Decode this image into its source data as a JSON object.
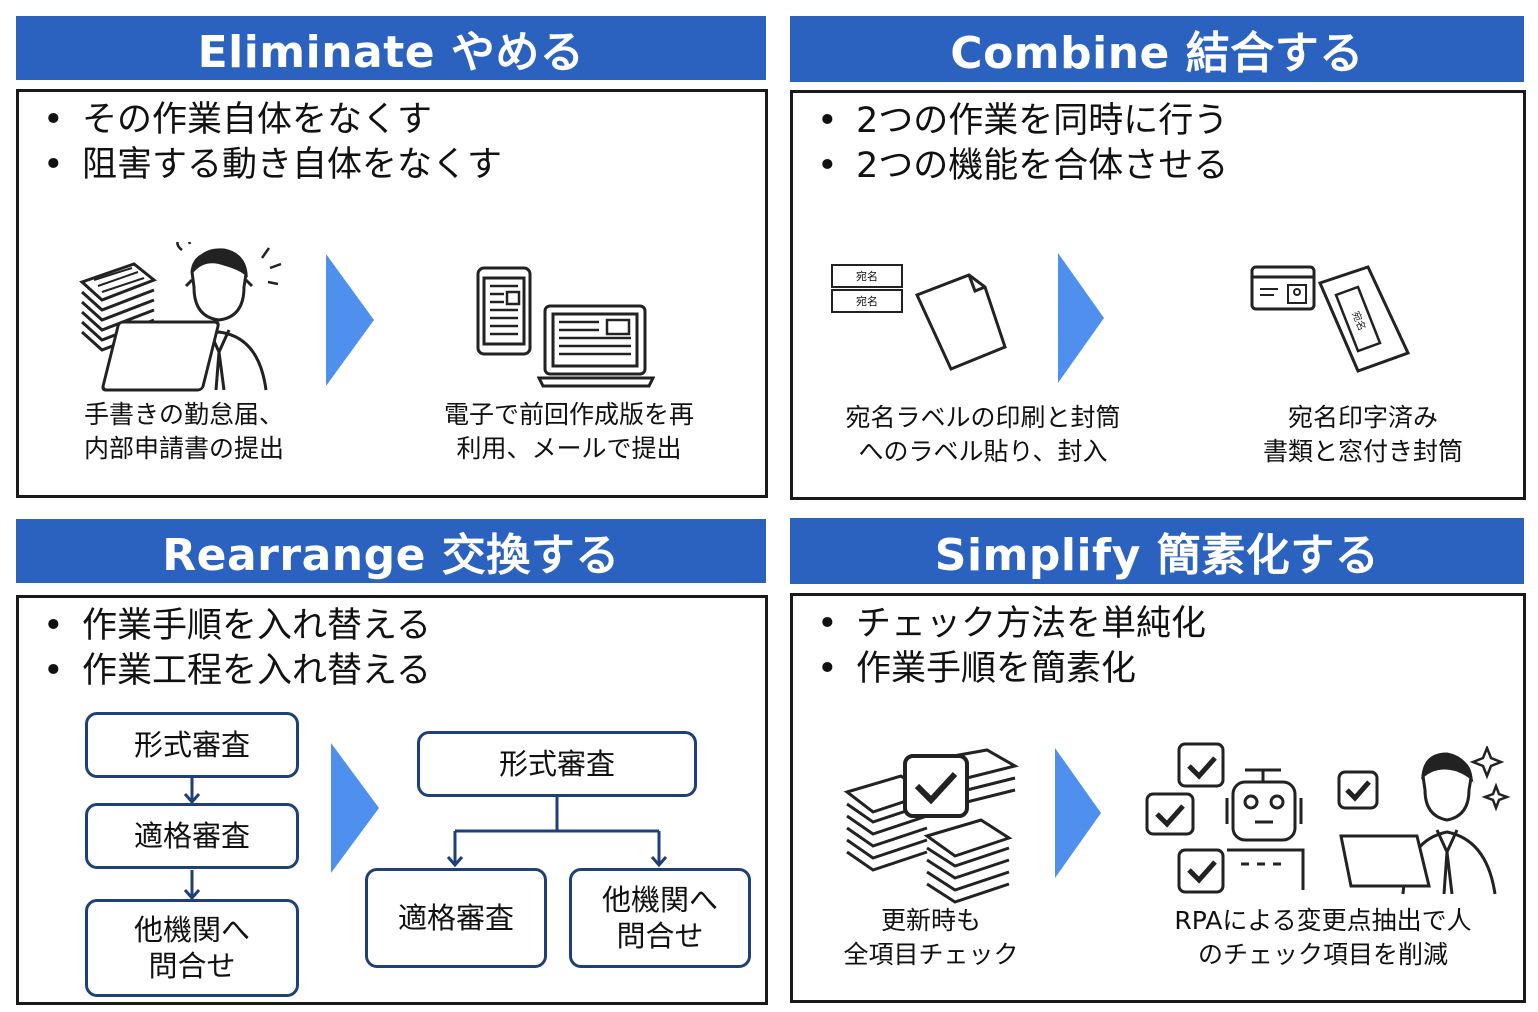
{
  "quadrants": {
    "eliminate": {
      "title": "Eliminate やめる",
      "bullets": [
        "その作業自体をなくす",
        "阻害する動き自体をなくす"
      ],
      "before_caption": "手書きの勤怠届、\n内部申請書の提出",
      "after_caption": "電子で前回作成版を再\n利用、メールで提出"
    },
    "combine": {
      "title": "Combine 結合する",
      "bullets": [
        "2つの作業を同時に行う",
        "2つの機能を合体させる"
      ],
      "label_text": "宛名",
      "before_caption": "宛名ラベルの印刷と封筒\nへのラベル貼り、封入",
      "after_caption": "宛名印字済み\n書類と窓付き封筒"
    },
    "rearrange": {
      "title": "Rearrange 交換する",
      "bullets": [
        "作業手順を入れ替える",
        "作業工程を入れ替える"
      ],
      "before_steps": [
        "形式審査",
        "適格審査",
        "他機関へ\n問合せ"
      ],
      "after_top": "形式審査",
      "after_branches": [
        "適格審査",
        "他機関へ\n問合せ"
      ]
    },
    "simplify": {
      "title": "Simplify 簡素化する",
      "bullets": [
        "チェック方法を単純化",
        "作業手順を簡素化"
      ],
      "before_caption": "更新時も\n全項目チェック",
      "after_caption": "RPAによる変更点抽出で人\nのチェック項目を削減"
    }
  },
  "colors": {
    "header": "#2b62c0",
    "arrow": "#4f90ef",
    "flow_border": "#1f3f7a"
  },
  "icons": [
    "paper-stack-icon",
    "stressed-worker-icon",
    "tablet-icon",
    "laptop-icon",
    "address-label-icon",
    "document-icon",
    "window-envelope-icon",
    "checklist-stack-icon",
    "robot-icon",
    "worker-laptop-icon"
  ]
}
